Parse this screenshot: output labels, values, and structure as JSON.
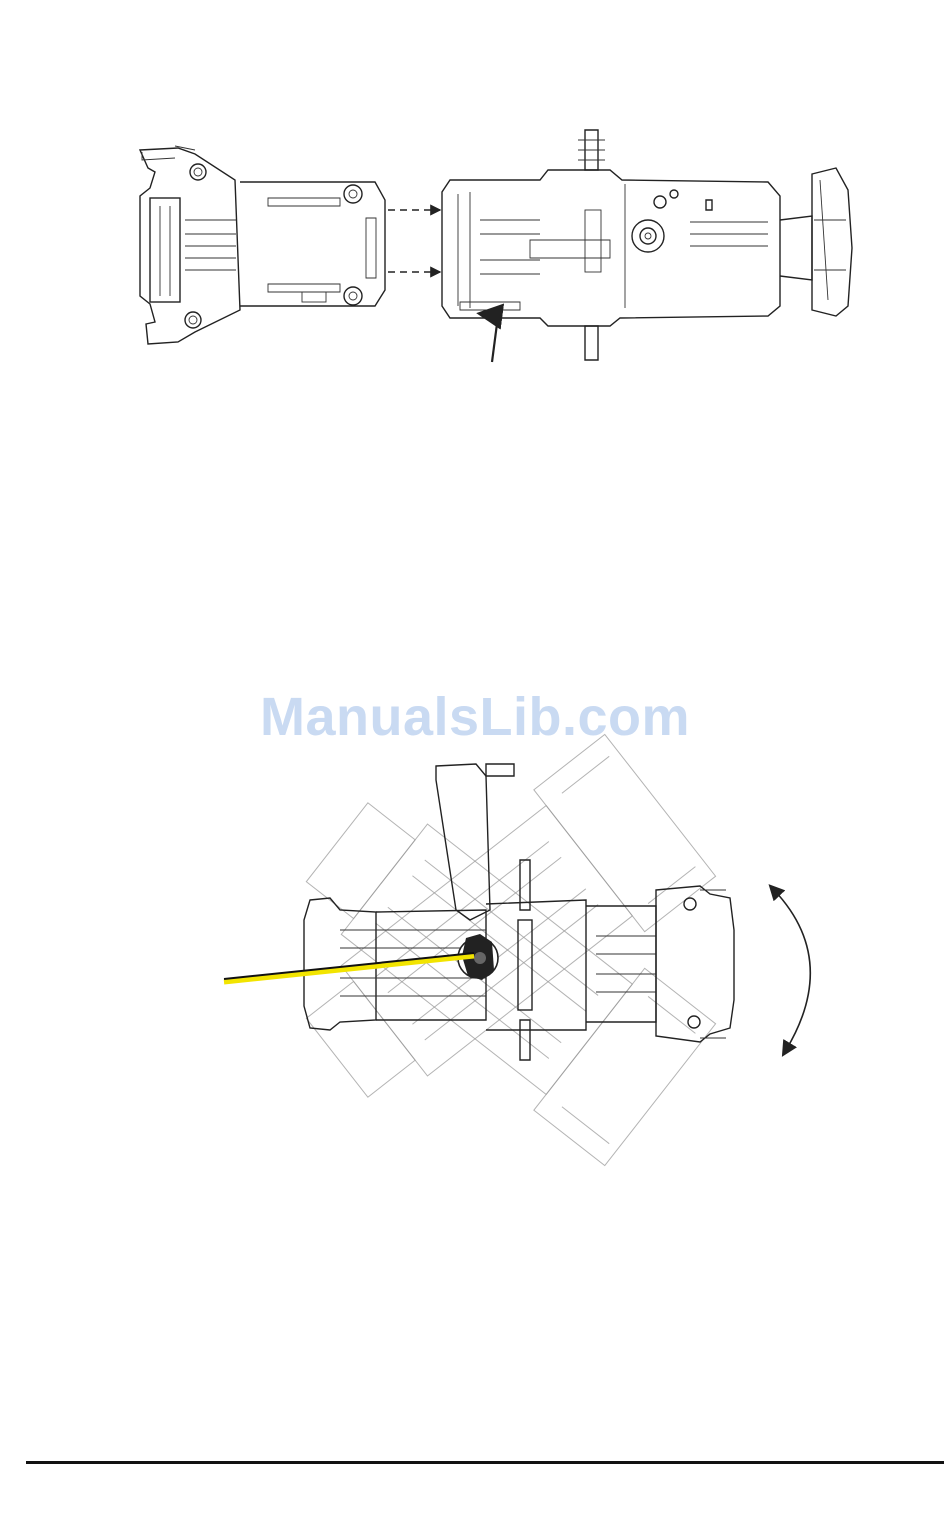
{
  "watermark": {
    "text": "ManualsLib.com"
  },
  "figures": [
    {
      "id": "fig-top",
      "icons": [
        "lens-tube-icon",
        "fixture-body-icon",
        "insertion-arrow-icon",
        "alignment-dashed-arrow-icon"
      ]
    },
    {
      "id": "fig-bottom",
      "icons": [
        "yoke-tilt-icon",
        "tilt-lock-knob-icon",
        "rotation-arc-arrow-icon",
        "leader-line-icon"
      ]
    }
  ],
  "colors": {
    "line": "#222222",
    "ghost": "#999999",
    "leader_highlight": "#f2e400",
    "watermark": "#c9daf2",
    "rule": "#111111"
  }
}
